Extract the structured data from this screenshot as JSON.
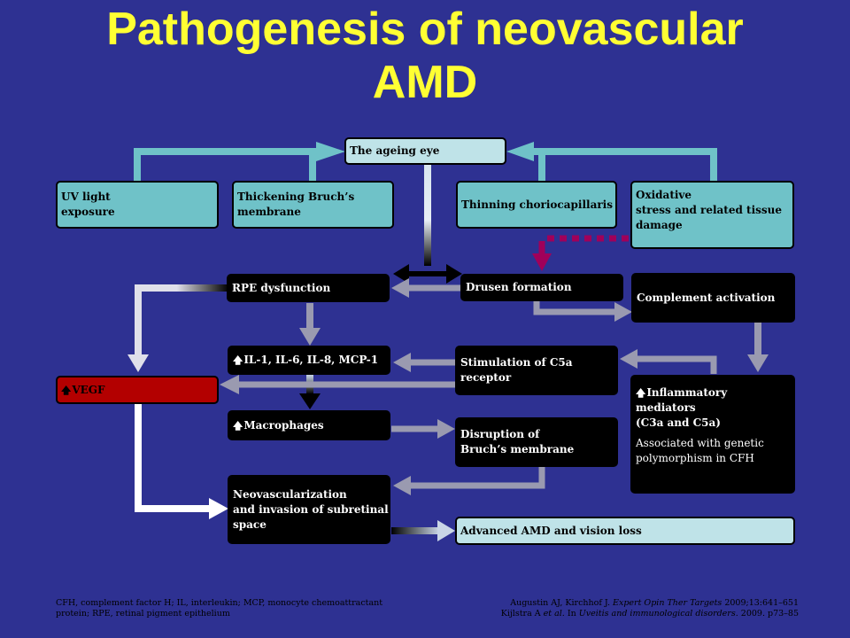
{
  "title": {
    "line1": "Pathogenesis of neovascular",
    "line2": "AMD"
  },
  "nodes": {
    "ageing_eye": "The ageing eye",
    "uv_light": [
      "UV light",
      "exposure"
    ],
    "thickening": [
      "Thickening Bruch’s",
      "membrane"
    ],
    "thinning": "Thinning choriocapillaris",
    "oxidative": [
      "Oxidative",
      "stress and related tissue",
      "damage"
    ],
    "rpe_dysfunction": "RPE dysfunction",
    "drusen_formation": "Drusen formation",
    "complement_activation": "Complement activation",
    "interleukins": "IL-1, IL-6, IL-8, MCP-1",
    "stimulation_c5a": [
      "Stimulation of C5a",
      "receptor"
    ],
    "vegf": "VEGF",
    "inflammatory": [
      "Inflammatory",
      "mediators",
      "(C3a and C5a)"
    ],
    "inflammatory_note": [
      "Associated with genetic",
      "polymorphism in CFH"
    ],
    "macrophages": "Macrophages",
    "disruption": [
      "Disruption of",
      "Bruch’s membrane"
    ],
    "neovascularization": [
      "Neovascularization",
      "and invasion of subretinal",
      "space"
    ],
    "advanced_amd": "Advanced AMD and vision loss",
    "up_arrow": "🡅"
  },
  "footnotes": {
    "abbreviations": [
      "CFH, complement factor H; IL, interleukin; MCP, monocyte chemoattractant",
      "protein; RPE, retinal pigment epithelium"
    ],
    "ref1_authors": "Augustin AJ, Kirchhof J. ",
    "ref1_journal": "Expert Opin Ther Targets",
    "ref1_rest": " 2009;13:641–651",
    "ref2_authors": "Kijlstra A ",
    "ref2_etal": "et al.",
    "ref2_in": " In ",
    "ref2_book": "Uveitis and immunological disorders",
    "ref2_rest": ". 2009. p73–85"
  },
  "colors": {
    "background": "#2e3192",
    "title": "#ffff33",
    "light_box": "#6fc2c8",
    "pale_box": "#bfe3e8",
    "dark_box": "#000000",
    "vegf_box": "#b30000",
    "connector": "#9a9ab0",
    "dashed_arrow": "#a0005a"
  }
}
